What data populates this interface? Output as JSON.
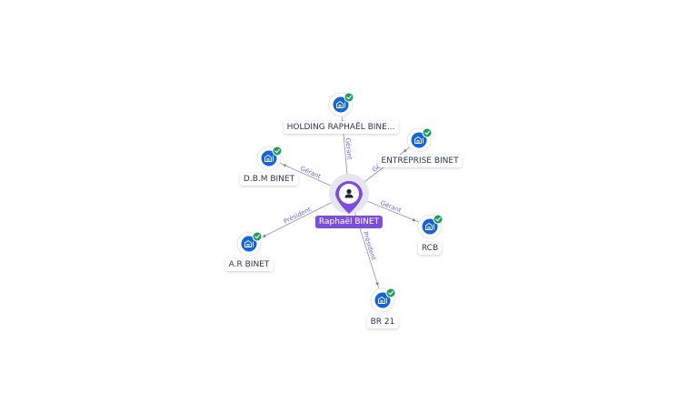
{
  "center": {
    "name": "Raphaël BINET",
    "icon": "person-icon"
  },
  "companies": [
    {
      "id": "holding",
      "name": "HOLDING RAPHAËL BINE...",
      "relation": "Gérant",
      "icon": "building-icon",
      "verified": true
    },
    {
      "id": "entreprise",
      "name": "ENTREPRISE BINET",
      "relation": "Gérant",
      "icon": "building-icon",
      "verified": true
    },
    {
      "id": "dbm",
      "name": "D.B.M BINET",
      "relation": "Gérant",
      "icon": "building-icon",
      "verified": true
    },
    {
      "id": "rcb",
      "name": "RCB",
      "relation": "Gérant",
      "icon": "building-icon",
      "verified": true
    },
    {
      "id": "ar",
      "name": "A.R BINET",
      "relation": "Président",
      "icon": "building-icon",
      "verified": true
    },
    {
      "id": "br21",
      "name": "BR 21",
      "relation": "Président",
      "icon": "building-icon",
      "verified": true
    }
  ],
  "colors": {
    "company_icon": "#1565d8",
    "verified_badge": "#1e9e5a",
    "center_accent": "#7c4ddf",
    "edge": "#8f94a8",
    "edge_label": "#6b6fd0"
  }
}
